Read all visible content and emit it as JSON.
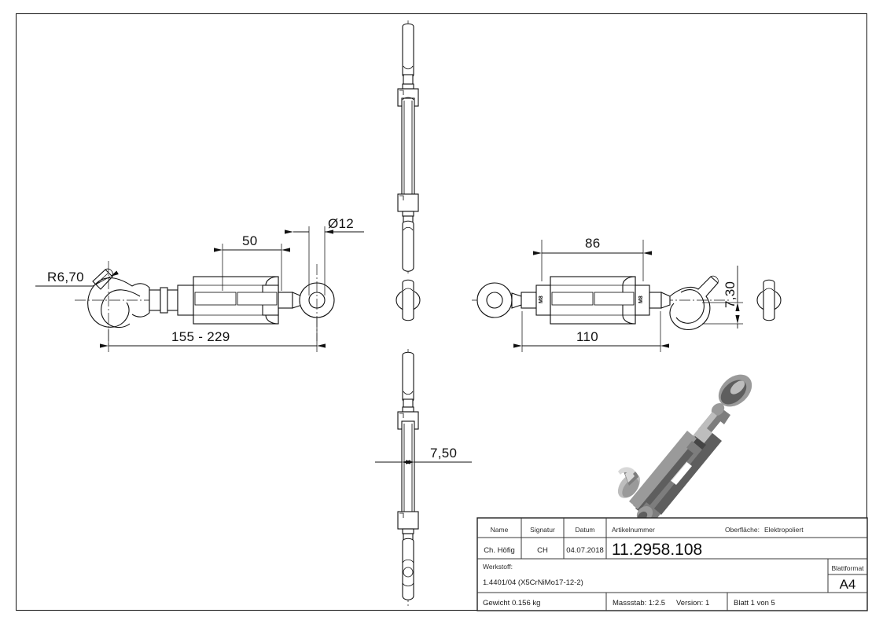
{
  "sheet": {
    "title": "Technical drawing - turnbuckle",
    "format": "A4"
  },
  "dimensions": {
    "front_view": {
      "radius_hook": "R6,70",
      "inner_length": "50",
      "eye_bore": "Ø12",
      "total_range": "155 - 229"
    },
    "side_view": {
      "body_length": "86",
      "overall_length": "110",
      "hook_opening": "7,30"
    },
    "top_view": {
      "thickness": "7,50"
    }
  },
  "part_marks": {
    "thread_left": "M8",
    "thread_right": "M8"
  },
  "title_block": {
    "headers": {
      "name": "Name",
      "signatur": "Signatur",
      "datum": "Datum",
      "artikelnummer": "Artikelnummer",
      "blattformat": "Blattformat"
    },
    "values": {
      "name": "Ch. Höfig",
      "signatur": "CH",
      "datum": "04.07.2018",
      "artikelnummer": "11.2958.108",
      "blattformat": "A4"
    },
    "oberflaeche": {
      "label": "Oberfläche:",
      "value": "Elektropoliert"
    },
    "werkstoff": {
      "label": "Werkstoff:",
      "value": "1.4401/04 (X5CrNiMo17-12-2)"
    },
    "footer": {
      "gewicht": "Gewicht 0.156 kg",
      "massstab": "Massstab: 1:2.5",
      "version": "Version: 1",
      "blatt": "Blatt 1 von 5"
    }
  },
  "colors": {
    "line": "#111111",
    "frame": "#111111",
    "background": "#ffffff",
    "shade_light": "#d8d8d8",
    "shade_dark": "#454545"
  }
}
